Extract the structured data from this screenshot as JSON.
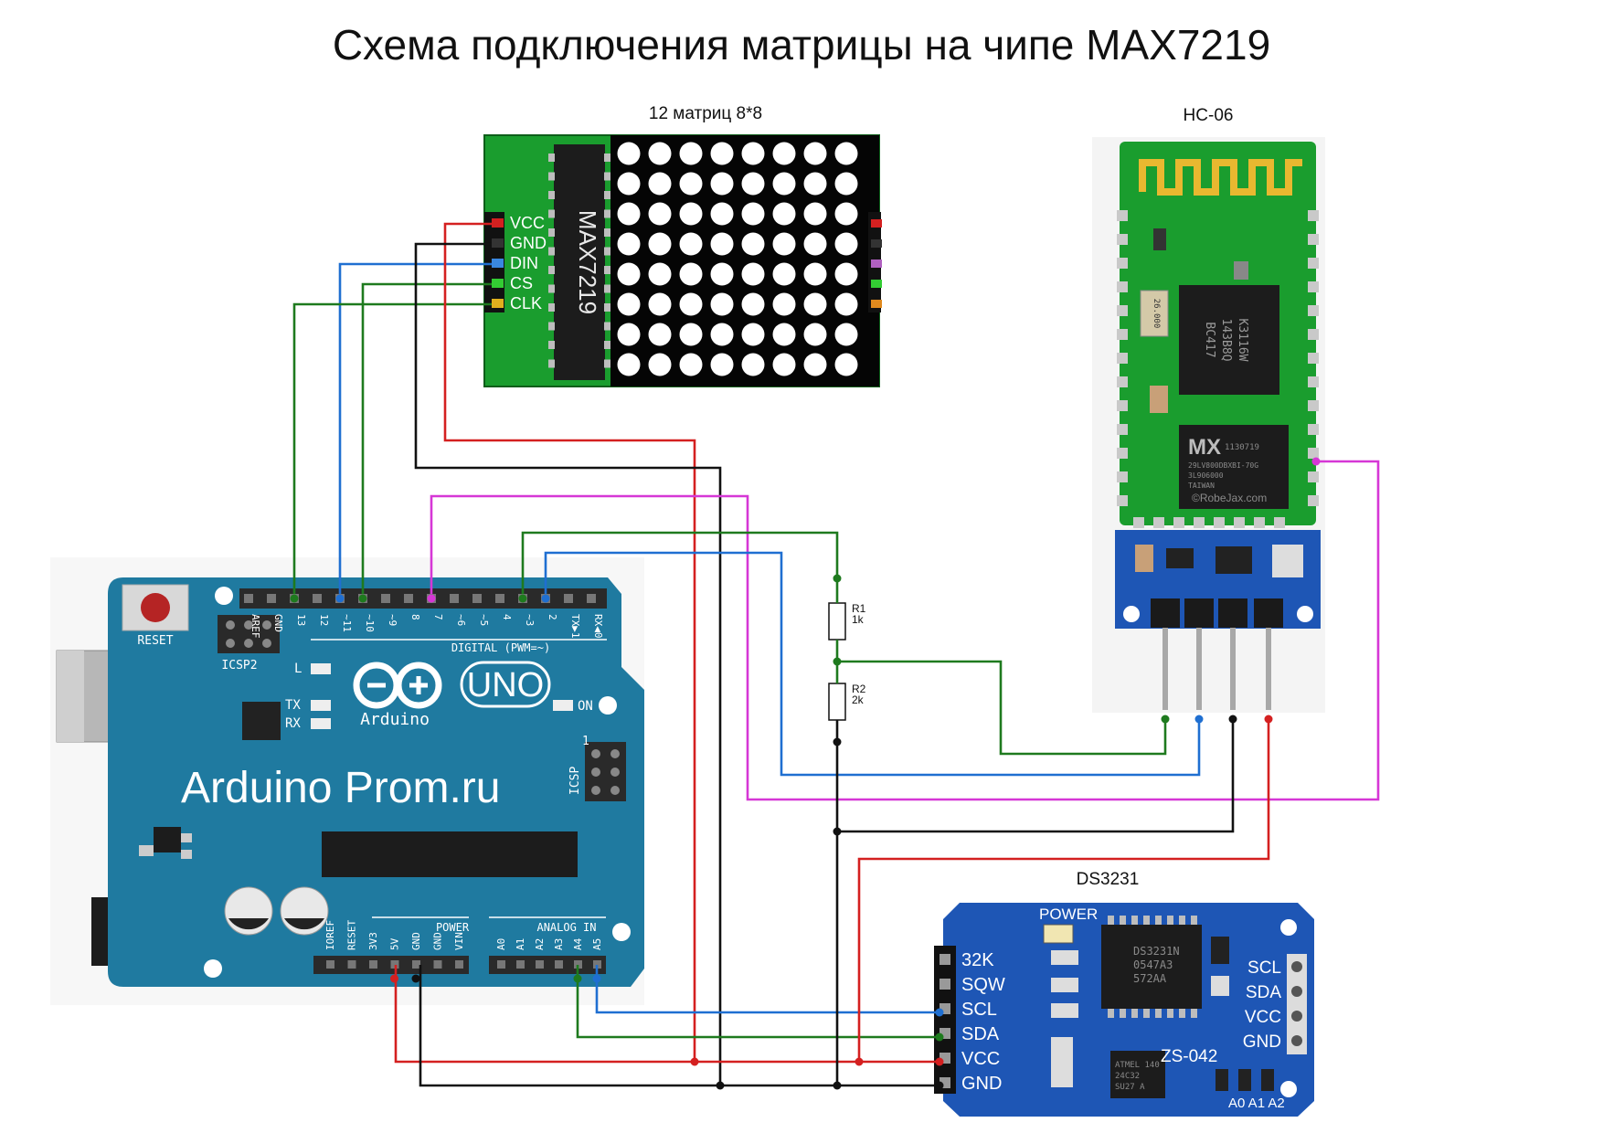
{
  "title": "Схема подключения матрицы на чипе MAX7219",
  "matrix": {
    "caption": "12 матриц 8*8",
    "chip": "MAX7219",
    "pins": [
      "VCC",
      "GND",
      "DIN",
      "CS",
      "CLK"
    ]
  },
  "bluetooth": {
    "caption": "HC-06",
    "chip_text": [
      "BC417",
      "143B8Q",
      "K3116W"
    ],
    "flash_text": [
      "MX",
      "1130719",
      "29LV800DBXBI-70G",
      "3L906000",
      "TAIWAN"
    ],
    "watermark": "©RobeJax.com",
    "crystal": "26.000"
  },
  "rtc": {
    "caption": "DS3231",
    "power_label": "POWER",
    "model": "ZS-042",
    "chip_text": [
      "DS3231N",
      "0547A3",
      "572AA"
    ],
    "eeprom_text": [
      "ATMEL 140",
      "24C32",
      "SU27 A"
    ],
    "left_pins": [
      "32K",
      "SQW",
      "SCL",
      "SDA",
      "VCC",
      "GND"
    ],
    "right_pins": [
      "SCL",
      "SDA",
      "VCC",
      "GND"
    ],
    "addr": "A0 A1 A2"
  },
  "resistors": [
    {
      "ref": "R1",
      "value": "1k"
    },
    {
      "ref": "R2",
      "value": "2k"
    }
  ],
  "arduino": {
    "watermark": "Arduino Prom.ru",
    "reset_label": "RESET",
    "icsp2": "ICSP2",
    "icsp": "ICSP",
    "uno": "UNO",
    "brand": "Arduino",
    "led_l": "L",
    "led_tx": "TX",
    "led_rx": "RX",
    "led_on": "ON",
    "digital_label": "DIGITAL (PWM=~)",
    "digital_pins": [
      "AREF",
      "GND",
      "13",
      "12",
      "~11",
      "~10",
      "~9",
      "8",
      "7",
      "~6",
      "~5",
      "4",
      "~3",
      "2",
      "TX▶1",
      "RX◀0"
    ],
    "power_label": "POWER",
    "power_pins": [
      "IOREF",
      "RESET",
      "3V3",
      "5V",
      "GND",
      "GND",
      "VIN"
    ],
    "analog_label": "ANALOG IN",
    "analog_pins": [
      "A0",
      "A1",
      "A2",
      "A3",
      "A4",
      "A5"
    ],
    "icsp_num": "1"
  },
  "colors": {
    "red": "#d42020",
    "black": "#111111",
    "blue": "#1f6fd1",
    "green": "#1e7a1e",
    "magenta": "#d637d6",
    "arduino_board": "#1f7aa0",
    "pcb_green": "#1a9d2e",
    "rtc_board": "#1e56b5"
  }
}
